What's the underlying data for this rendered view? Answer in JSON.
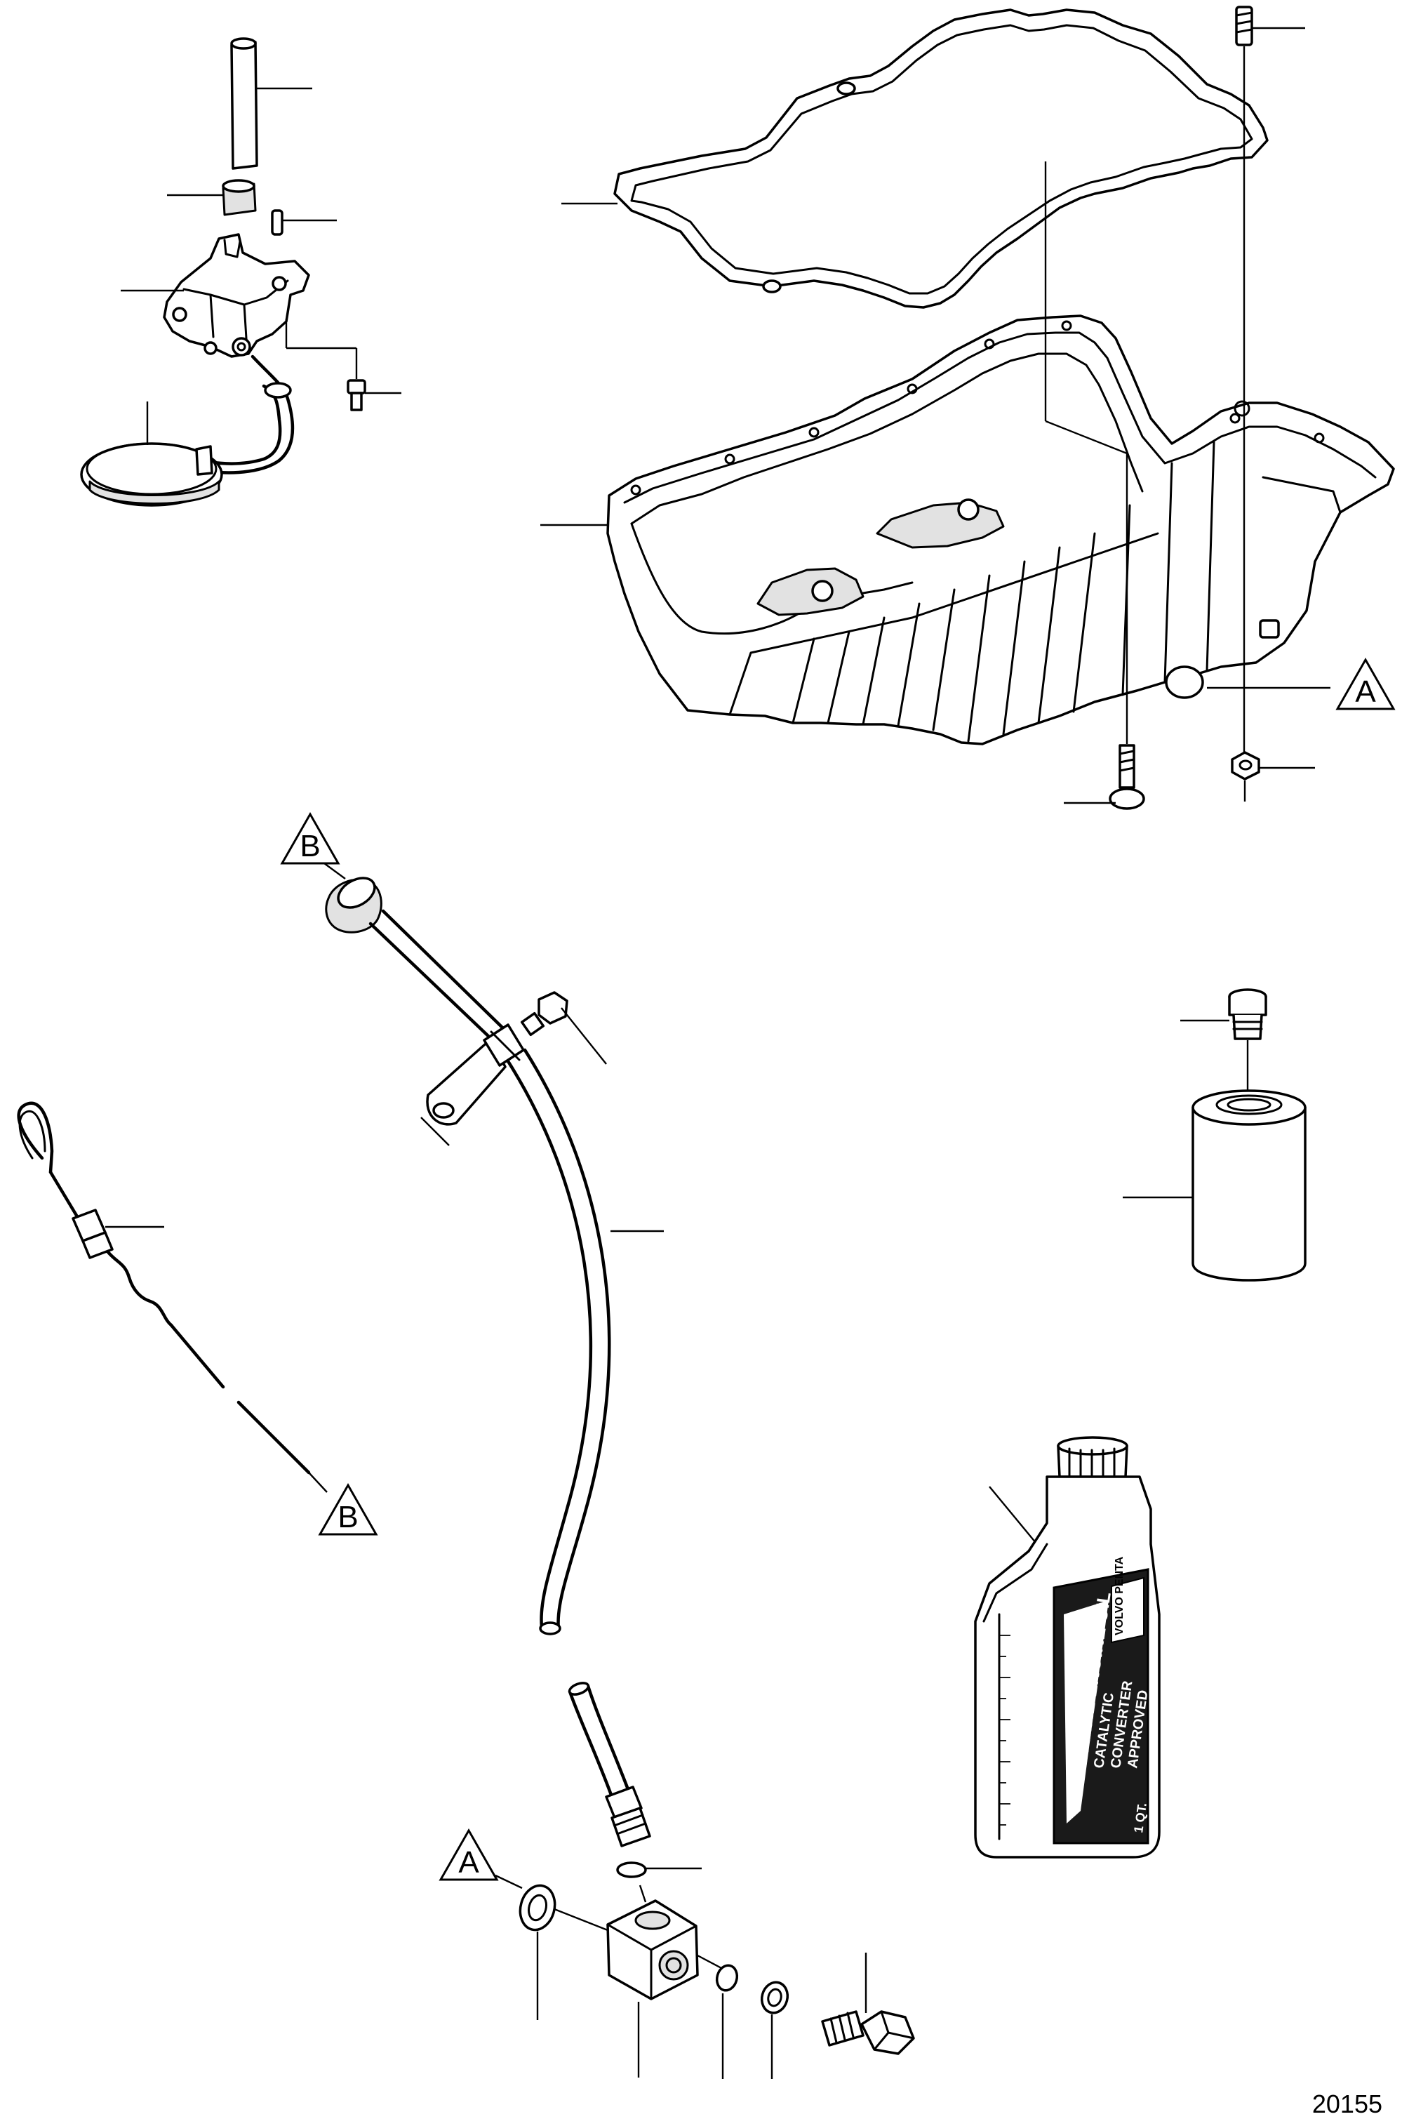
{
  "drawing": {
    "reference_number": "20155",
    "callouts": {
      "a_top_right": "A",
      "a_bottom": "A",
      "b_upper": "B",
      "b_lower": "B"
    },
    "bottle_label": {
      "brand": "VOLVO PENTA",
      "product_line1": "GASOLINE ENGINE OIL",
      "product_line2": "CATALYTIC",
      "product_line3": "CONVERTER",
      "product_line4": "APPROVED",
      "volume": "1 QT."
    }
  }
}
